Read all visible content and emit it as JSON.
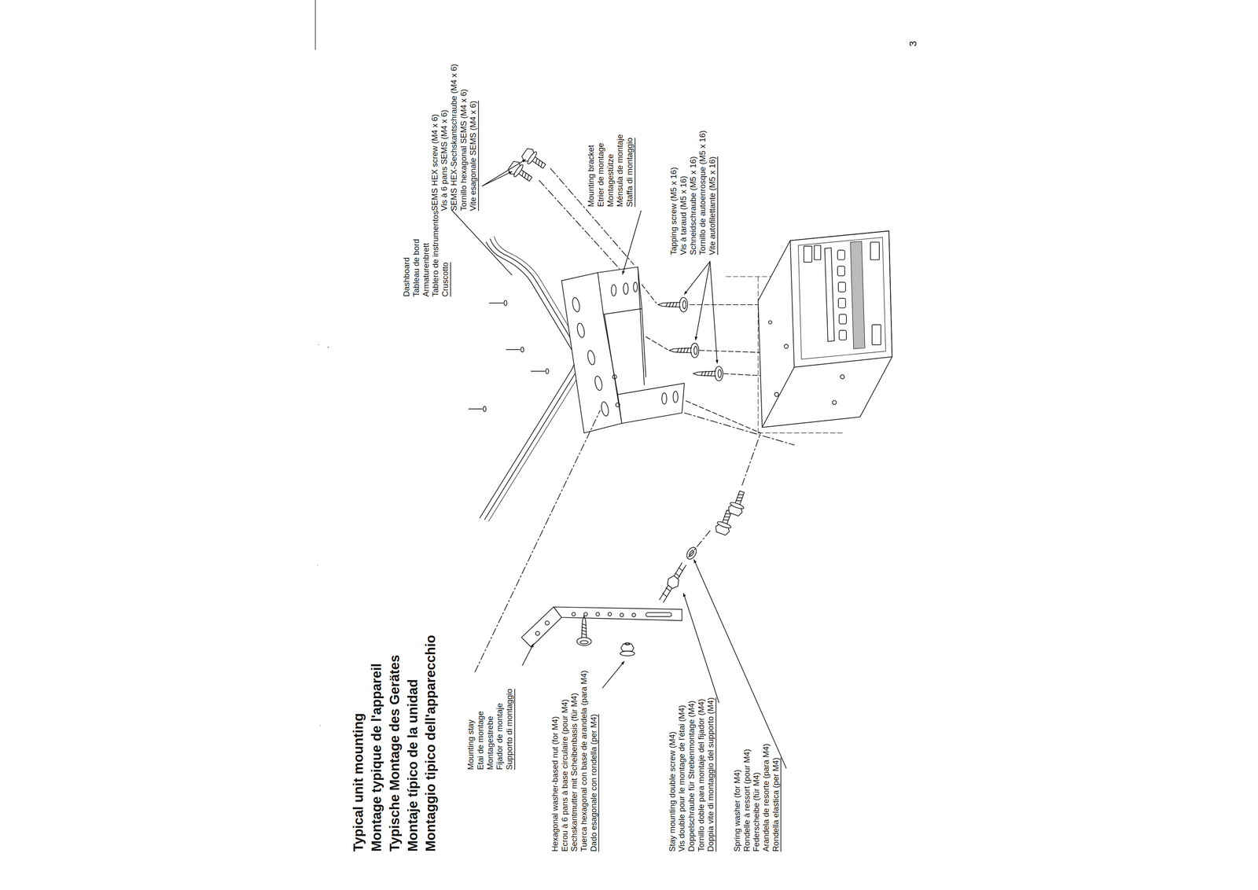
{
  "diagram": {
    "title": "Typical unit mounting",
    "labels": [
      "Montage typique de l'appareil",
      "Typische Montage des Gerätes",
      "Montaje típico de la unidad",
      "Montaggio tipico dell'apparecchio",
      "Dashboard",
      "Tableau de bord",
      "Armaturenbrett",
      "Tablero de instrumentos",
      "Cruscotto",
      "SEMS HEX screw (M4 x 6)",
      "Vis à 6 pans SEMS (M4 x 6)",
      "SEMS HEX-Sechskantschraube (M4 x 6)",
      "Tornillo hexagonal SEMS (M4 x 6)",
      "Vite esagonale SEMS (M4 x 6)",
      "Mounting bracket",
      "Etrier de montage",
      "Montagestütze",
      "Ménsula de montaje",
      "Staffa di montaggio",
      "Tapping screw (M5 x 16)",
      "Vis à taraud (M5 x 16)",
      "Schneidschraube (M5 x 16)",
      "Tornillo de autoenrosque (M5 x 16)",
      "Vite autofilettante (M5 x 16)",
      "Mounting stay",
      "Etai de montage",
      "Montagestrebe",
      "Fijador de montaje",
      "Supporto di montaggio",
      "Hexagonal washer-based nut (for M4)",
      "Ecrou à 6 pans à base circulaire (pour M4)",
      "Sechskantmutter mit Scheibenbasis (für M4)",
      "Tuerca hexagonal con base de arandela (para M4)",
      "Dado esagonale con rondella (per M4)",
      "Stay mounting double screw (M4)",
      "Vis double pour le montage de l'étai (M4)",
      "Doppelschraube für Strebenmontage (M4)",
      "Tornillo doble para montaje del fijador (M4)",
      "Doppia vite di montaggio del supporto (M4)",
      "Spring washer (for M4)",
      "Rondelle à ressort (pour M4)",
      "Federscheibe (für M4)",
      "Arandela de resorte (para M4)",
      "Rondella elastica (per M4)",
      "3"
    ]
  }
}
